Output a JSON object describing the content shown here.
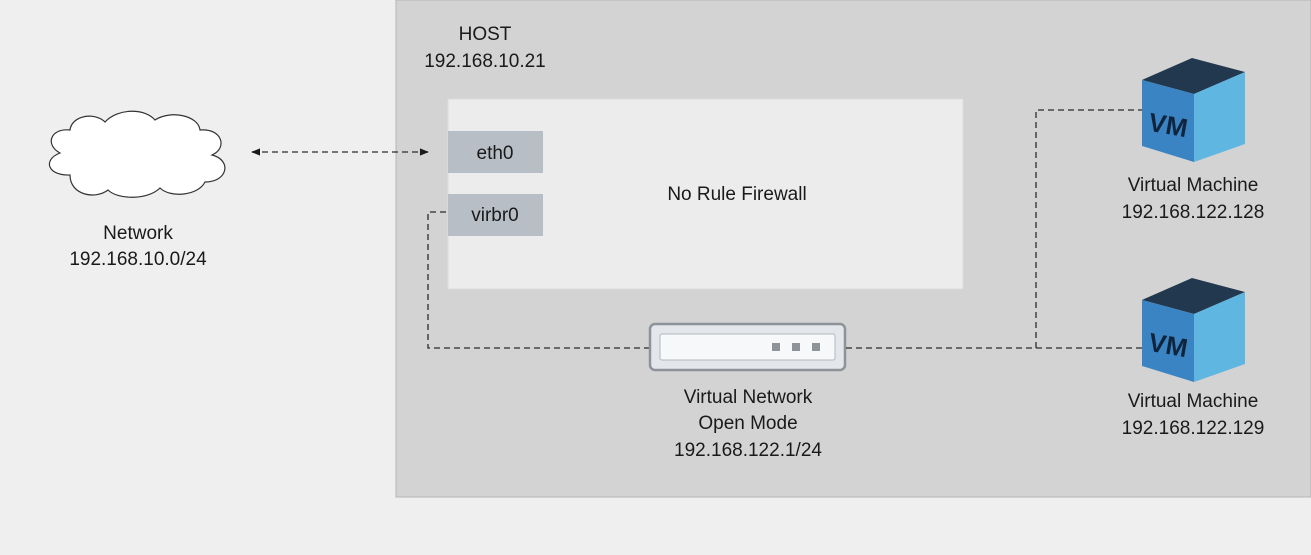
{
  "host": {
    "title": "HOST",
    "ip": "192.168.10.21"
  },
  "firewall": {
    "label": "No Rule Firewall"
  },
  "interfaces": {
    "eth0": "eth0",
    "virbr0": "virbr0"
  },
  "network": {
    "name": "Network",
    "cidr": "192.168.10.0/24"
  },
  "virtual_network": {
    "name": "Virtual Network",
    "mode": "Open Mode",
    "cidr": "192.168.122.1/24"
  },
  "vms": [
    {
      "icon_text": "VM",
      "name": "Virtual Machine",
      "ip": "192.168.122.128"
    },
    {
      "icon_text": "VM",
      "name": "Virtual Machine",
      "ip": "192.168.122.129"
    }
  ],
  "colors": {
    "background": "#efefef",
    "host_panel": "#d3d3d3",
    "firewall_box": "#ececec",
    "interface": "#b8bec6",
    "vm_top": "#22384f",
    "vm_front": "#3a84c4",
    "vm_side": "#5fb6e0"
  }
}
